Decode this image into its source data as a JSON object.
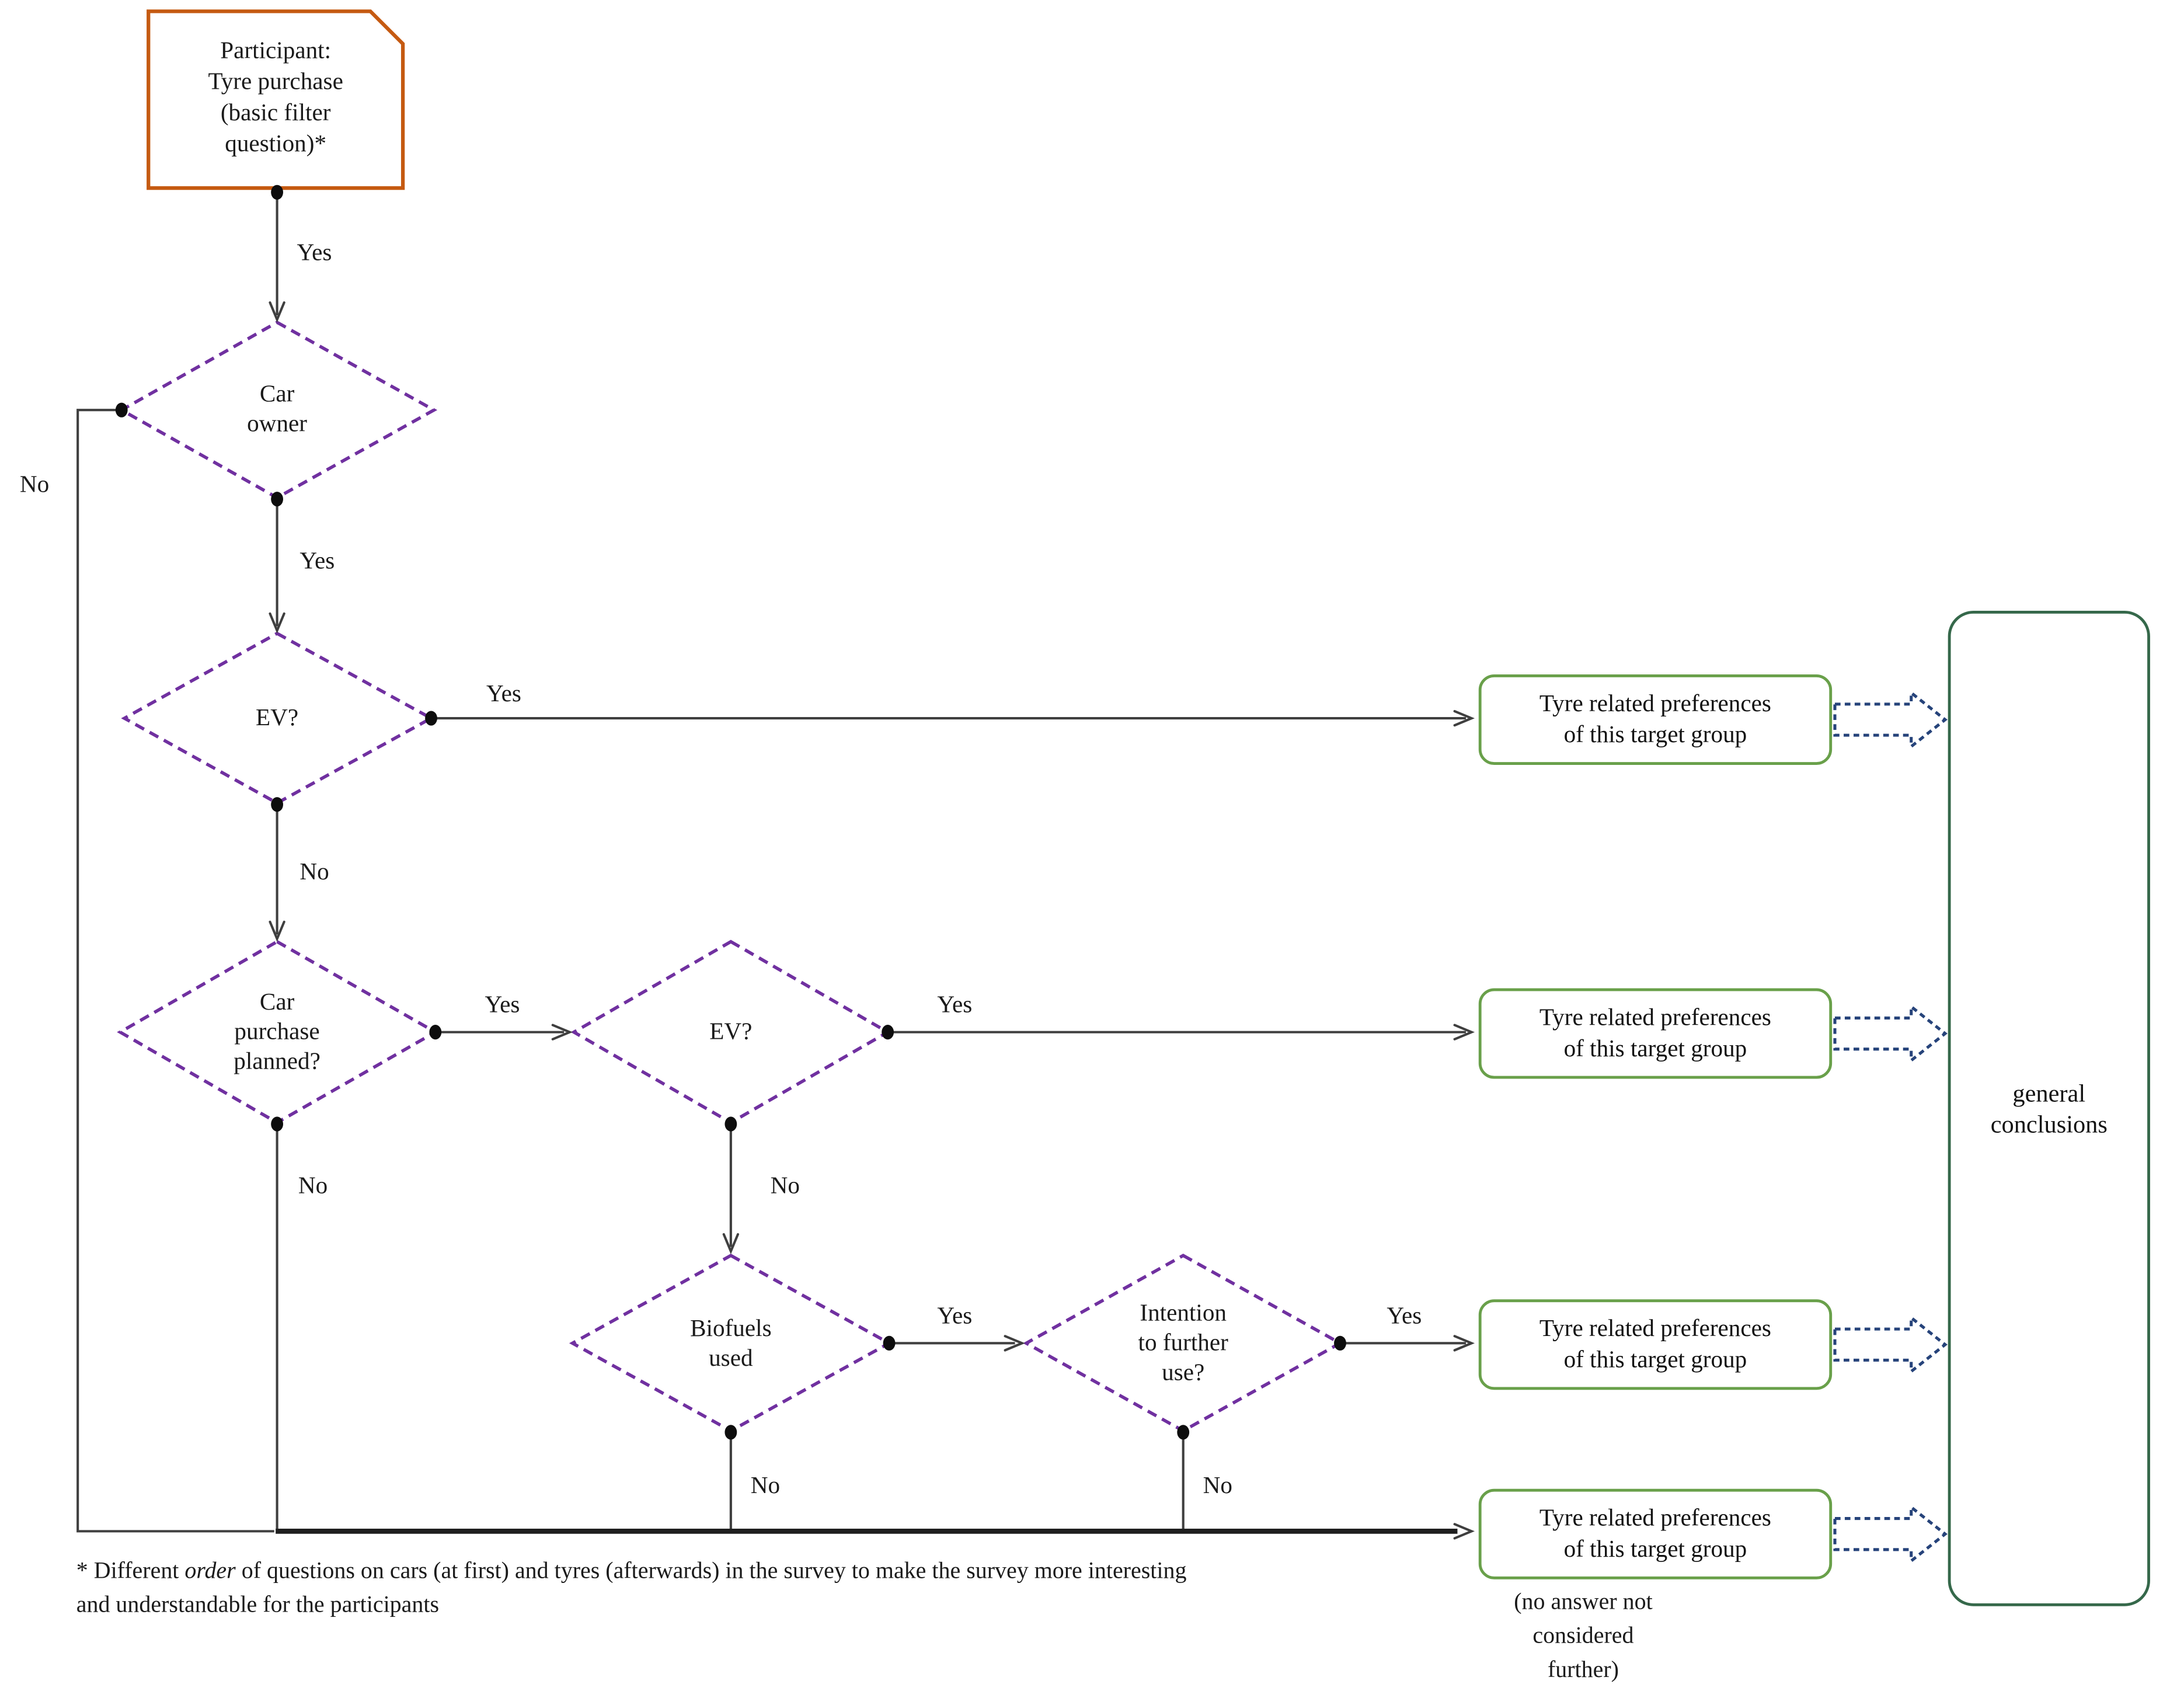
{
  "figure": {
    "start_node": {
      "text": "Participant:\nTyre purchase\n(basic filter\nquestion)*"
    },
    "decisions": {
      "car_owner": "Car\nowner",
      "ev_first": "EV?",
      "car_purchase": "Car\npurchase\nplanned?",
      "ev_second": "EV?",
      "biofuels": "Biofuels\nused",
      "intention": "Intention\nto further\nuse?"
    },
    "edge_labels": {
      "start_yes": "Yes",
      "car_owner_yes": "Yes",
      "car_owner_no": "No",
      "ev_first_yes": "Yes",
      "ev_first_no": "No",
      "car_purchase_yes": "Yes",
      "car_purchase_no": "No",
      "ev_second_yes": "Yes",
      "ev_second_no": "No",
      "biofuels_yes": "Yes",
      "biofuels_no": "No",
      "intention_yes": "Yes",
      "intention_no": "No"
    },
    "preference_box": "Tyre related preferences\nof this target group",
    "conclusion_box": "general\nconclusions",
    "no_answer_note": "(no answer not\nconsidered\nfurther)",
    "footnote": {
      "prefix": "* Different ",
      "emphasis": "order",
      "line1_rest": " of questions on cars (at first) and tyres (afterwards) in the survey to make the survey more interesting",
      "line2": "and understandable for the participants"
    },
    "colors": {
      "start_border": "#C55A11",
      "decision_border": "#7030A0",
      "preference_border": "#69A04A",
      "conclusion_border": "#35684A",
      "connector_line": "#3F3F3F",
      "merge_line": "#1F1F1F",
      "blue_dashed_arrow": "#26437A",
      "junction_dot": "#0D0D0D"
    }
  }
}
